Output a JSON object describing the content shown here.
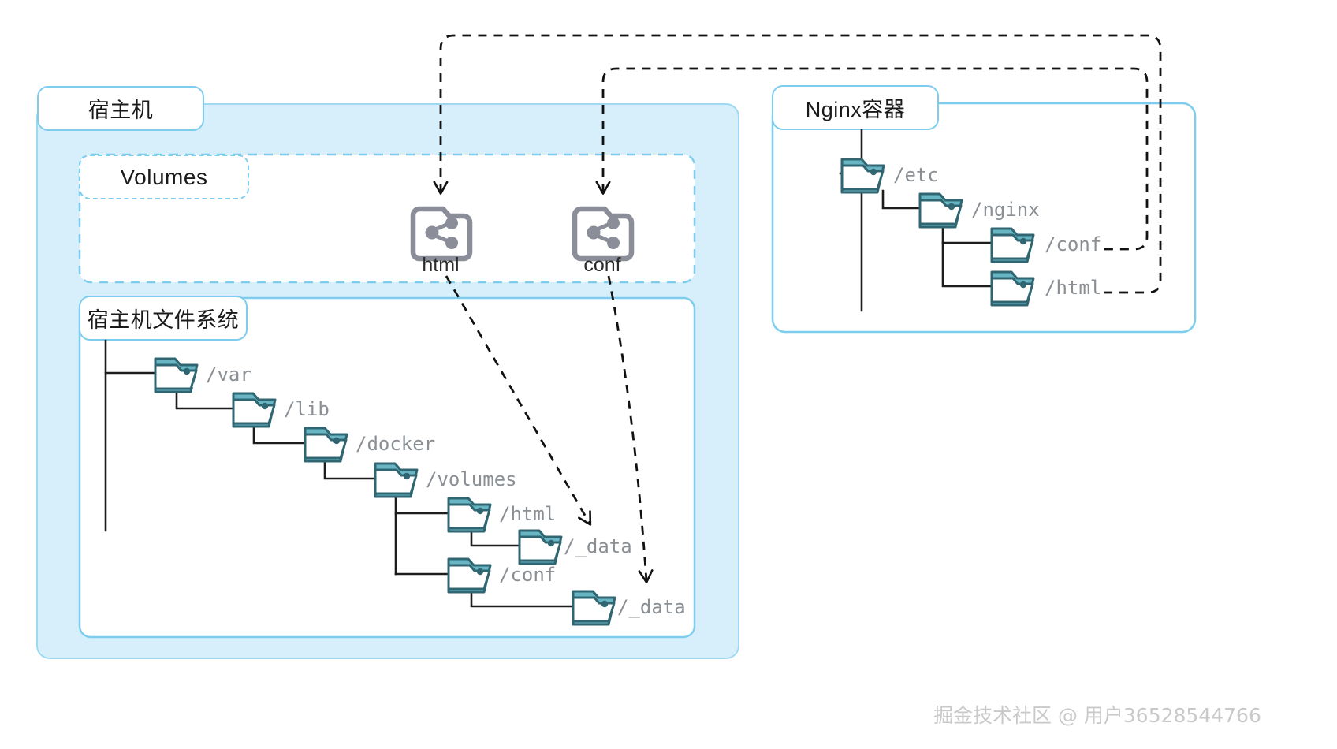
{
  "diagram": {
    "title_host": "宿主机",
    "title_volumes": "Volumes",
    "title_host_fs": "宿主机文件系统",
    "title_container": "Nginx容器",
    "watermark": "掘金技术社区 @ 用户36528544766",
    "colors": {
      "host_fill": "#d6effa",
      "panel_border": "#7fcdee",
      "folder_tab": "#68b6c4",
      "folder_outline": "#2f6672",
      "folder_fill": "#ffffff",
      "share_icon": "#8b8d98",
      "tree_line": "#1d1d1d",
      "path_label": "#8a8f94",
      "watermark": "#c9c9c9"
    },
    "shares": [
      {
        "name": "html",
        "icon": "shared-folder-icon"
      },
      {
        "name": "conf",
        "icon": "shared-folder-icon"
      }
    ],
    "host_tree": [
      {
        "label": "/var",
        "depth": 0
      },
      {
        "label": "/lib",
        "depth": 1
      },
      {
        "label": "/docker",
        "depth": 2
      },
      {
        "label": "/volumes",
        "depth": 3
      },
      {
        "label": "/html",
        "depth": 4
      },
      {
        "label": "/_data",
        "depth": 5
      },
      {
        "label": "/conf",
        "depth": 4
      },
      {
        "label": "/_data",
        "depth": 5
      }
    ],
    "container_tree": [
      {
        "label": "/etc",
        "depth": 0
      },
      {
        "label": "/nginx",
        "depth": 1
      },
      {
        "label": "/conf",
        "depth": 2
      },
      {
        "label": "/html",
        "depth": 2
      }
    ],
    "mounts": [
      {
        "from": "html",
        "to": "/html",
        "style": "dashed"
      },
      {
        "from": "conf",
        "to": "/conf",
        "style": "dashed"
      },
      {
        "from": "html",
        "to": "host:/volumes/html/_data",
        "style": "dashed"
      },
      {
        "from": "conf",
        "to": "host:/volumes/conf/_data",
        "style": "dashed"
      }
    ]
  }
}
